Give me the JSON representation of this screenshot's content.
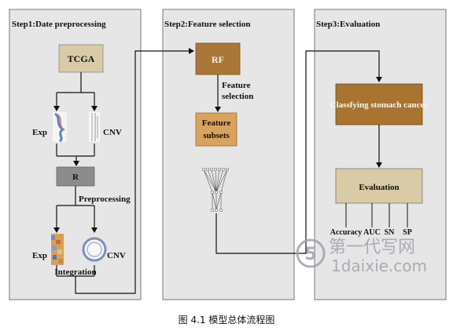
{
  "panels": {
    "step1": "Step1:Date preprocessing",
    "step2": "Step2:Feature selection",
    "step3": "Step3:Evaluation"
  },
  "step1": {
    "tcga": "TCGA",
    "exp_top": "Exp",
    "cnv_top": "CNV",
    "r": "R",
    "preprocessing": "Preprocessing",
    "exp_bottom": "Exp",
    "cnv_bottom": "CNV",
    "integration": "Integration"
  },
  "step2": {
    "rf": "RF",
    "feature_selection_line1": "Feature",
    "feature_selection_line2": "selection",
    "feature_subsets_line1": "Feature",
    "feature_subsets_line2": "subsets"
  },
  "step3": {
    "classify": "Classfying stomach cancer",
    "evaluation": "Evaluation",
    "metrics": [
      "Accuracy",
      "AUC",
      "SN",
      "SP"
    ]
  },
  "watermark": {
    "text_cn": "第一代写网",
    "text_url": "1daixie.com"
  },
  "caption": "图 4.1  模型总体流程图",
  "colors": {
    "panel_bg": "#e6e6e6",
    "tcga": "#d9cba6",
    "rf": "#a97839",
    "subsets": "#d8a35e",
    "r_box": "#8c8c8c",
    "classify": "#a9742f",
    "evaluation": "#d8cba6",
    "watermark": "#9fa3ad"
  }
}
